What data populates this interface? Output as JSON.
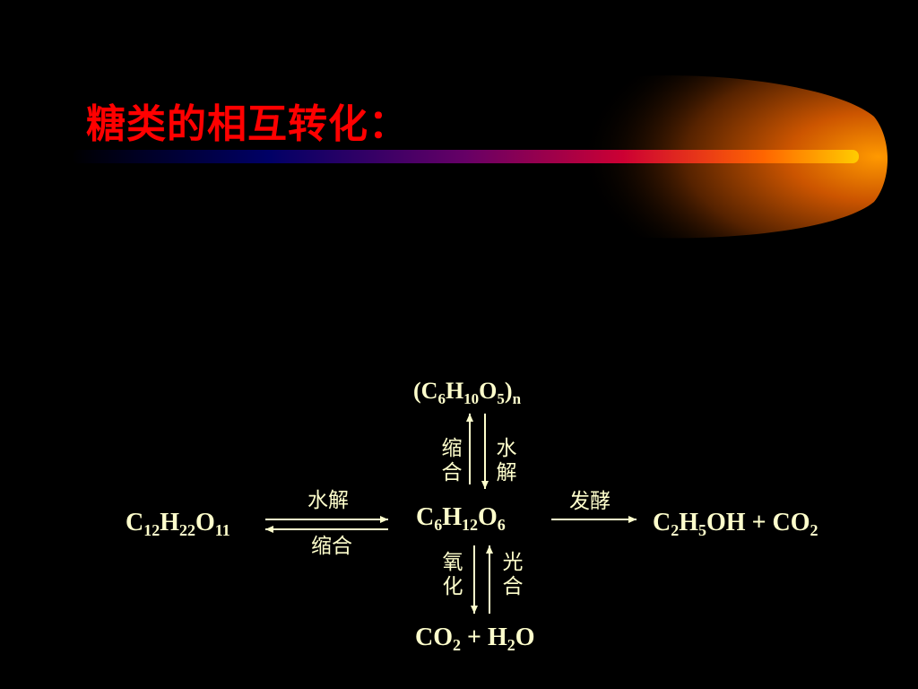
{
  "slide": {
    "title": "糖类的相互转化：",
    "colors": {
      "background": "#000000",
      "title": "#FF0000",
      "diagram_text": "#FFFFCC",
      "banner_gradient": [
        "#000066",
        "#660066",
        "#CC0033",
        "#FF6600",
        "#FFCC00"
      ]
    }
  },
  "diagram": {
    "polysaccharide": {
      "base": "(C",
      "s1": "6",
      "m1": "H",
      "s2": "10",
      "m2": "O",
      "s3": "5",
      "m3": ")",
      "s4": "n"
    },
    "monosaccharide": {
      "base": "C",
      "s1": "6",
      "m1": "H",
      "s2": "12",
      "m2": "O",
      "s3": "6"
    },
    "disaccharide": {
      "base": "C",
      "s1": "12",
      "m1": "H",
      "s2": "22",
      "m2": "O",
      "s3": "11"
    },
    "fermentation_product": {
      "base": "C",
      "s1": "2",
      "m1": "H",
      "s2": "5",
      "m2": "OH + CO",
      "s3": "2"
    },
    "oxidation_product": {
      "base": "CO",
      "s1": "2",
      "m1": " + H",
      "s2": "2",
      "m2": "O"
    },
    "labels": {
      "up_left": [
        "缩",
        "合"
      ],
      "up_right": [
        "水",
        "解"
      ],
      "left_top": "水解",
      "left_bottom": "缩合",
      "right_top": "发酵",
      "down_left": [
        "氧",
        "化"
      ],
      "down_right": [
        "光",
        "合"
      ]
    }
  }
}
